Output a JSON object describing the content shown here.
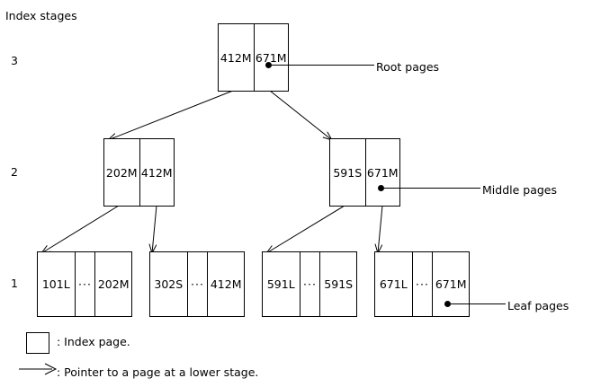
{
  "diagram": {
    "title": "Index stages",
    "stages": [
      {
        "level": "3",
        "name": "root"
      },
      {
        "level": "2",
        "name": "middle"
      },
      {
        "level": "1",
        "name": "leaf"
      }
    ],
    "root_page": {
      "cells": [
        "412M",
        "671M"
      ]
    },
    "middle_pages": [
      {
        "cells": [
          "202M",
          "412M"
        ]
      },
      {
        "cells": [
          "591S",
          "671M"
        ]
      }
    ],
    "leaf_pages": [
      {
        "cells": [
          "101L",
          "···",
          "202M"
        ]
      },
      {
        "cells": [
          "302S",
          "···",
          "412M"
        ]
      },
      {
        "cells": [
          "591L",
          "···",
          "591S"
        ]
      },
      {
        "cells": [
          "671L",
          "···",
          "671M"
        ]
      }
    ],
    "callouts": {
      "root": "Root pages",
      "middle": "Middle pages",
      "leaf": "Leaf pages"
    },
    "legend": {
      "index_page": ": Index page.",
      "pointer": ": Pointer to a page at a lower stage."
    },
    "colors": {
      "stroke": "#000000",
      "background": "#ffffff",
      "text": "#000000"
    }
  }
}
